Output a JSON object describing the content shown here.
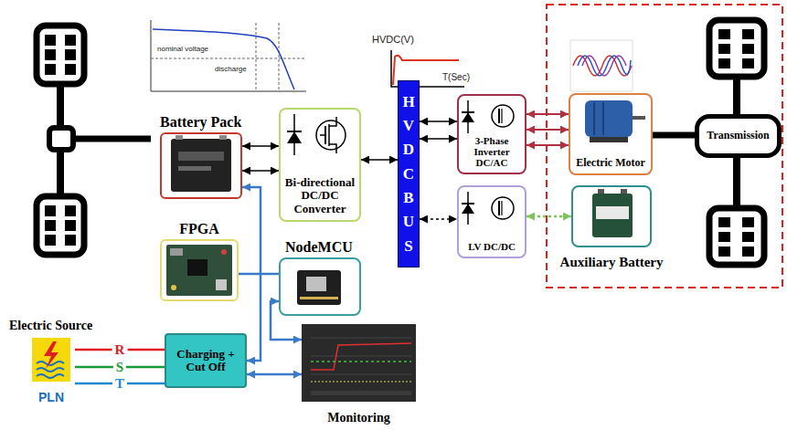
{
  "diagram": {
    "nodes": [
      {
        "text": [
          "Battery Pack"
        ]
      },
      {
        "text": [
          "Bi-directional DC/DC Converter"
        ]
      },
      {
        "text": [
          "HVDC BUS"
        ]
      },
      {
        "text": [
          "3-Phase Inverter DC/AC"
        ]
      },
      {
        "text": [
          "Electric Motor"
        ]
      },
      {
        "text": [
          "Transmission"
        ]
      },
      {
        "text": [
          "LV DC/DC"
        ]
      },
      {
        "text": [
          "Auxiliary Battery"
        ]
      },
      {
        "text": [
          "FPGA"
        ]
      },
      {
        "text": [
          "NodeMCU"
        ]
      },
      {
        "text": [
          "Electric Source",
          "PLN"
        ]
      },
      {
        "text": [
          "Charging + Cut Off"
        ]
      },
      {
        "text": [
          "Monitoring"
        ]
      }
    ],
    "edges": [
      {
        "from": 0,
        "to": 1,
        "arrow": "both"
      },
      {
        "from": 0,
        "to": 1,
        "arrow": "both"
      },
      {
        "from": 1,
        "to": 2,
        "arrow": "both"
      },
      {
        "from": 2,
        "to": 3,
        "arrow": "both"
      },
      {
        "from": 2,
        "to": 3,
        "arrow": "both"
      },
      {
        "from": 2,
        "to": 6,
        "arrow": "both"
      },
      {
        "from": 3,
        "to": 4,
        "arrow": "both"
      },
      {
        "from": 3,
        "to": 4,
        "arrow": "both"
      },
      {
        "from": 3,
        "to": 4,
        "arrow": "both"
      },
      {
        "from": 6,
        "to": 7,
        "arrow": "both"
      },
      {
        "from": 4,
        "to": 5,
        "arrow": "none"
      },
      {
        "from": 10,
        "to": 11,
        "label": "R",
        "arrow": "none"
      },
      {
        "from": 10,
        "to": 11,
        "label": "S",
        "arrow": "none"
      },
      {
        "from": 10,
        "to": 11,
        "label": "T",
        "arrow": "none"
      },
      {
        "from": 11,
        "to": 0,
        "arrow": "both"
      },
      {
        "from": 11,
        "to": 12,
        "arrow": "both"
      },
      {
        "from": 8,
        "to": 9,
        "arrow": "none"
      },
      {
        "from": 9,
        "to": 12,
        "arrow": "both"
      }
    ],
    "labels": [
      "nominal voltage",
      "discharge",
      "HVDC(V)",
      "T(Sec)"
    ]
  }
}
